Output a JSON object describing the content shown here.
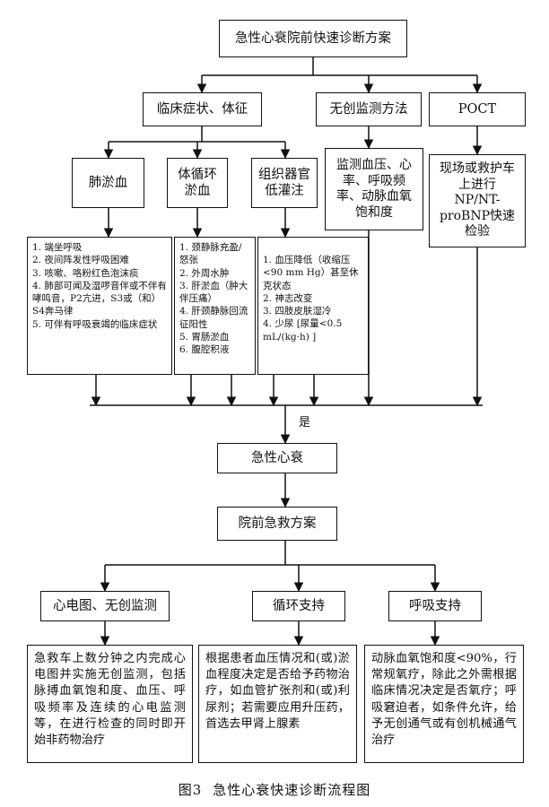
{
  "title": "急性心衰院前快速诊断方案",
  "level1": {
    "clinical": "临床症状、体征",
    "noninvasive": "无创监测方法",
    "poct": "POCT"
  },
  "level2": {
    "pulmonary": "肺淤血",
    "systemic": "体循环淤血",
    "perfusion": "组织器官低灌注",
    "monitor_detail": "监测血压、心率、呼吸频率、动脉血氧饱和度",
    "poct_detail": "现场或救护车上进行NP/NT-proBNP快速检验"
  },
  "pulmonary_items": [
    "1. 端坐呼吸",
    "2. 夜间阵发性呼吸困难",
    "3. 咳嗽、咯粉红色泡沫痰",
    "4. 肺部可闻及湿啰音伴或不伴有哮鸣音，P2亢进，S3或（和）S4奔马律",
    "5. 可伴有呼吸衰竭的临床症状"
  ],
  "systemic_items": [
    "1. 颈静脉充盈/怒张",
    "2. 外周水肿",
    "3. 肝淤血（肿大伴压痛）",
    "4. 肝颈静脉回流征阳性",
    "5. 胃肠淤血",
    "6. 腹腔积液"
  ],
  "perfusion_items": [
    "1. 血压降低（收缩压<90 mm Hg）甚至休克状态",
    "2. 神志改变",
    "3. 四肢皮肤湿冷",
    "4. 少尿 [尿量<0.5 mL/(kg·h) ]"
  ],
  "yes_label": "是",
  "diagnosis": "急性心衰",
  "rescue_plan": "院前急救方案",
  "support": {
    "ecg": "心电图、无创监测",
    "circulation": "循环支持",
    "respiration": "呼吸支持"
  },
  "support_text": {
    "ecg": "急救车上数分钟之内完成心电图并实施无创监测，包括脉搏血氧饱和度、血压、呼吸频率及连续的心电监测等，在进行检查的同时即开始非药物治疗",
    "circulation": "根据患者血压情况和(或)淤血程度决定是否给予药物治疗，如血管扩张剂和(或)利尿剂；若需要应用升压药，首选去甲肾上腺素",
    "respiration": "动脉血氧饱和度<90%，行常规氧疗，除此之外需根据临床情况决定是否氧疗；呼吸窘迫者，如条件允许，给予无创通气或有创机械通气治疗"
  },
  "caption": {
    "number": "图3",
    "text": "急性心衰快速诊断流程图"
  }
}
